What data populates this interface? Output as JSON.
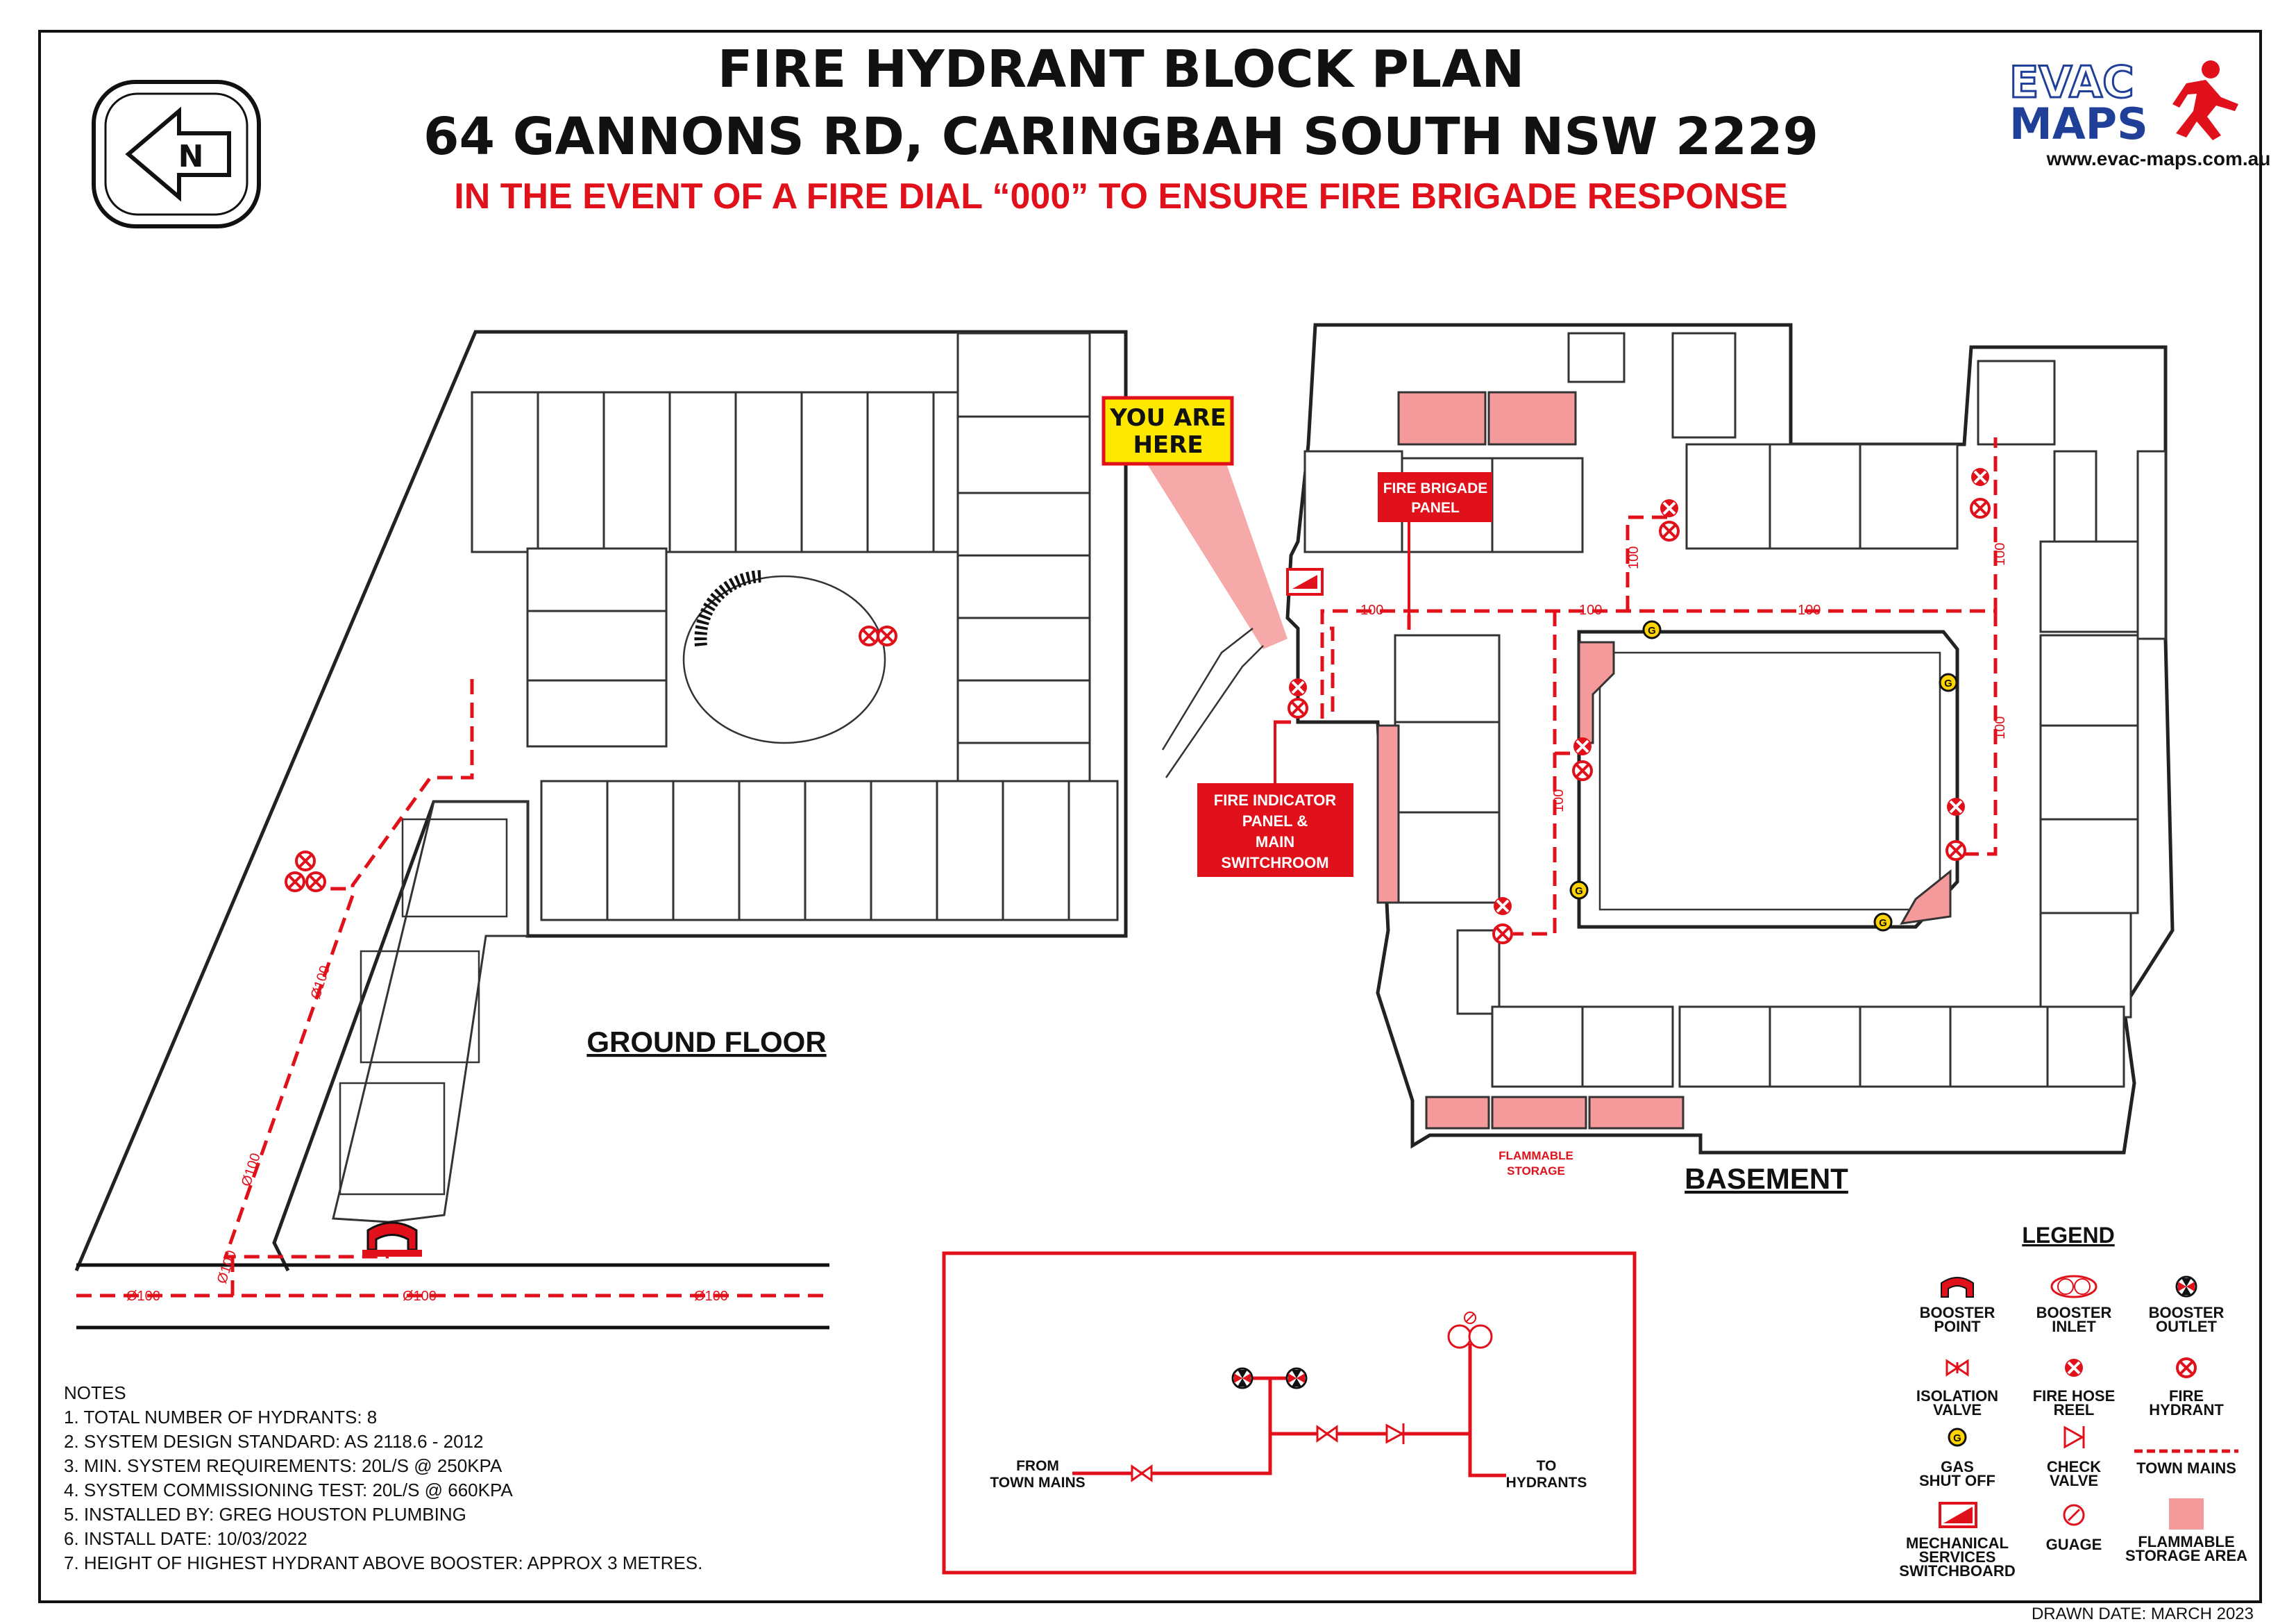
{
  "header": {
    "title_line1": "FIRE HYDRANT BLOCK PLAN",
    "title_line2": "64 GANNONS RD, CARINGBAH SOUTH NSW 2229",
    "warning": "IN THE EVENT OF A FIRE DIAL “000” TO ENSURE FIRE BRIGADE RESPONSE"
  },
  "compass": {
    "letter": "N"
  },
  "brand": {
    "line1": "EVAC",
    "line2": "MAPS",
    "url": "www.evac-maps.com.au"
  },
  "labels": {
    "you_are_here_1": "YOU ARE",
    "you_are_here_2": "HERE",
    "fire_brigade_panel_1": "FIRE BRIGADE",
    "fire_brigade_panel_2": "PANEL",
    "fip_1": "FIRE INDICATOR",
    "fip_2": "PANEL &",
    "fip_3": "MAIN",
    "fip_4": "SWITCHROOM",
    "flammable_1": "FLAMMABLE",
    "flammable_2": "STORAGE",
    "ground_floor": "GROUND FLOOR",
    "basement": "BASEMENT"
  },
  "pipe_labels": {
    "p100_a": "100",
    "p100_b": "100",
    "p100_c": "100",
    "p100_d": "100",
    "p100_e": "100",
    "p100_f": "100",
    "p100_g": "100",
    "d100_a": "Ø100",
    "d100_b": "Ø100",
    "d100_c": "Ø100",
    "d100_d": "Ø100",
    "d100_e": "Ø100",
    "d100_f": "Ø100"
  },
  "schematic": {
    "from_1": "FROM",
    "from_2": "TOWN MAINS",
    "to_1": "TO",
    "to_2": "HYDRANTS"
  },
  "notes": {
    "heading": "NOTES",
    "items": [
      "1. TOTAL NUMBER OF HYDRANTS: 8",
      "2. SYSTEM DESIGN STANDARD: AS 2118.6 - 2012",
      "3. MIN. SYSTEM REQUIREMENTS: 20L/S @ 250KPA",
      "4. SYSTEM COMMISSIONING TEST: 20L/S @ 660KPA",
      "5. INSTALLED BY: GREG HOUSTON PLUMBING",
      "6. INSTALL DATE: 10/03/2022",
      "7. HEIGHT OF HIGHEST HYDRANT ABOVE BOOSTER: APPROX 3 METRES."
    ]
  },
  "legend": {
    "title": "LEGEND",
    "items": [
      {
        "l1": "BOOSTER",
        "l2": "POINT",
        "icon": "booster-point-icon"
      },
      {
        "l1": "BOOSTER",
        "l2": "INLET",
        "icon": "booster-inlet-icon"
      },
      {
        "l1": "BOOSTER",
        "l2": "OUTLET",
        "icon": "booster-outlet-icon"
      },
      {
        "l1": "ISOLATION",
        "l2": "VALVE",
        "icon": "isolation-valve-icon"
      },
      {
        "l1": "FIRE HOSE",
        "l2": "REEL",
        "icon": "fire-hose-reel-icon"
      },
      {
        "l1": "FIRE",
        "l2": "HYDRANT",
        "icon": "fire-hydrant-icon"
      },
      {
        "l1": "GAS",
        "l2": "SHUT OFF",
        "icon": "gas-shut-off-icon"
      },
      {
        "l1": "CHECK",
        "l2": "VALVE",
        "icon": "check-valve-icon"
      },
      {
        "l1": "TOWN MAINS",
        "l2": "",
        "icon": "town-mains-icon"
      },
      {
        "l1": "MECHANICAL",
        "l2": "SERVICES",
        "l3": "SWITCHBOARD",
        "icon": "mechanical-switchboard-icon"
      },
      {
        "l1": "GUAGE",
        "l2": "",
        "icon": "gauge-icon"
      },
      {
        "l1": "FLAMMABLE",
        "l2": "STORAGE AREA",
        "icon": "flammable-storage-icon"
      }
    ]
  },
  "footer": {
    "drawn_date": "DRAWN DATE: MARCH 2023"
  },
  "colors": {
    "accent_red": "#e0111b",
    "brand_blue": "#1f3f99",
    "flammable_pink": "#f59a9a",
    "highlight_yellow": "#ffe800"
  }
}
